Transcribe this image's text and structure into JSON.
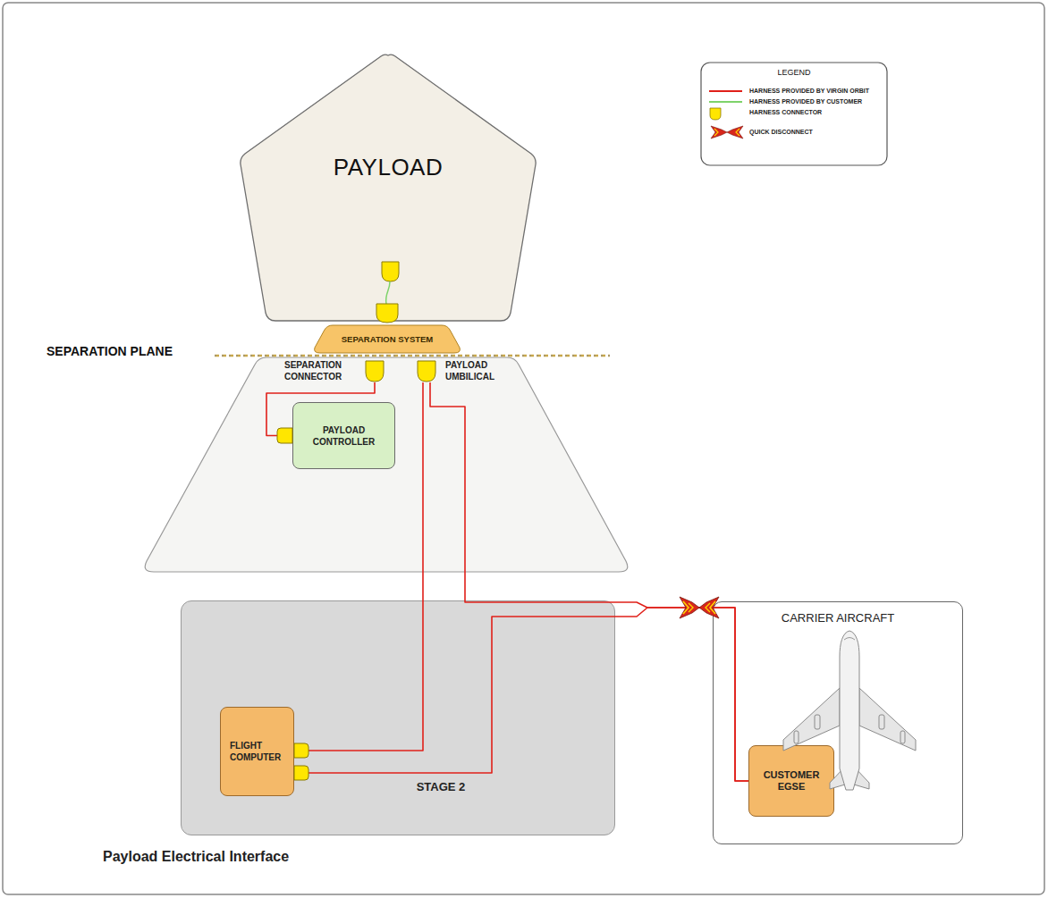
{
  "diagram": {
    "caption": "Payload Electrical Interface",
    "nodes": [
      {
        "text": [
          "PAYLOAD"
        ]
      },
      {
        "text": [
          "SEPARATION SYSTEM"
        ]
      },
      {
        "text": [
          "SEPARATION CONNECTOR"
        ]
      },
      {
        "text": [
          "PAYLOAD UMBILICAL"
        ]
      },
      {
        "text": [
          "PAYLOAD CONTROLLER"
        ]
      },
      {
        "text": [
          "STAGE 2"
        ]
      },
      {
        "text": [
          "FLIGHT COMPUTER"
        ],
        "in": 5
      },
      {
        "text": [
          "CARRIER AIRCRAFT"
        ]
      },
      {
        "text": [
          "CUSTOMER EGSE"
        ],
        "in": 7
      }
    ],
    "edges": [
      {
        "from": 2,
        "to": 4,
        "arrow": "none"
      },
      {
        "from": 3,
        "to": 6,
        "arrow": "none"
      },
      {
        "from": 3,
        "to": 8,
        "arrow": "none"
      },
      {
        "from": 6,
        "to": 8,
        "arrow": "none"
      }
    ],
    "labels": [
      "SEPARATION PLANE",
      "LEGEND"
    ],
    "legend": [
      {
        "text": "HARNESS PROVIDED BY VIRGIN ORBIT"
      },
      {
        "text": "HARNESS PROVIDED BY CUSTOMER"
      },
      {
        "text": "HARNESS CONNECTOR"
      },
      {
        "text": "QUICK DISCONNECT"
      }
    ]
  }
}
